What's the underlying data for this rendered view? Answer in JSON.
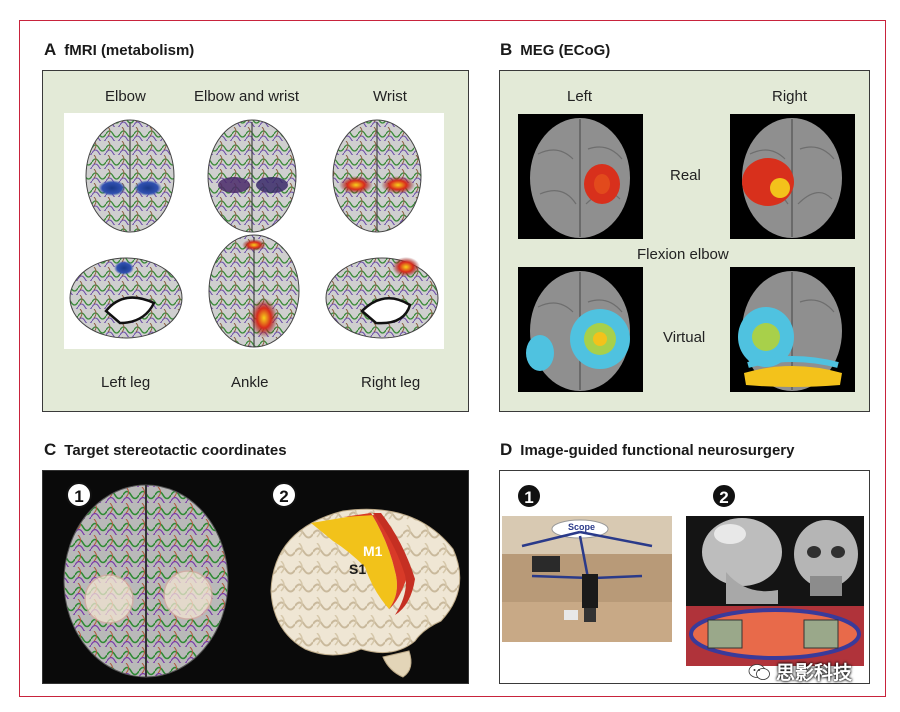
{
  "panel_a": {
    "letter": "A",
    "title": "fMRI (metabolism)",
    "labels_top": [
      "Elbow",
      "Elbow and wrist",
      "Wrist"
    ],
    "labels_bottom": [
      "Left leg",
      "Ankle",
      "Right leg"
    ]
  },
  "panel_b": {
    "letter": "B",
    "title": "MEG (ECoG)",
    "col_left": "Left",
    "col_right": "Right",
    "row_real": "Real",
    "row_middle": "Flexion elbow",
    "row_virtual": "Virtual"
  },
  "panel_c": {
    "letter": "C",
    "title": "Target stereotactic coordinates",
    "num1": "1",
    "num2": "2",
    "m1": "M1",
    "s1": "S1"
  },
  "panel_d": {
    "letter": "D",
    "title": "Image-guided functional neurosurgery",
    "num1": "1",
    "num2": "2",
    "scope": "Scope"
  },
  "watermark": "思影科技",
  "colors": {
    "frame": "#c8233c",
    "panel_bg": "#e3ead7",
    "activation_red": "#d8301c",
    "activation_yellow": "#f3c21b"
  }
}
